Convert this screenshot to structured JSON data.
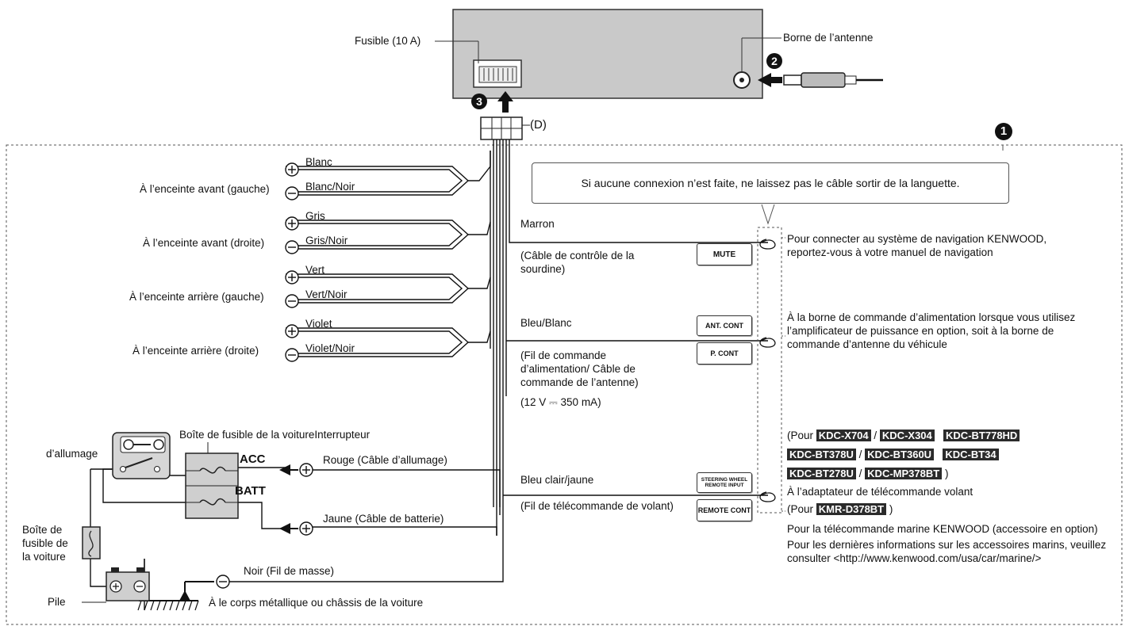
{
  "unit": {
    "fuse_label": "Fusible (10 A)",
    "antenna_label": "Borne de l’antenne",
    "connector_label": "(D)"
  },
  "steps": {
    "step1": "1",
    "step2": "2",
    "step3": "3"
  },
  "speakers": [
    {
      "dest": "À l’enceinte avant (gauche)",
      "plus": "Blanc",
      "minus": "Blanc/Noir"
    },
    {
      "dest": "À l’enceinte avant (droite)",
      "plus": "Gris",
      "minus": "Gris/Noir"
    },
    {
      "dest": "À l’enceinte arrière (gauche)",
      "plus": "Vert",
      "minus": "Vert/Noir"
    },
    {
      "dest": "À l’enceinte arrière (droite)",
      "plus": "Violet",
      "minus": "Violet/Noir"
    }
  ],
  "callout_text": "Si aucune connexion n’est faite, ne laissez pas le câble sortir de la languette.",
  "mute": {
    "color": "Marron",
    "desc": "(Câble de contrôle de la sourdine)",
    "box": "MUTE",
    "note": "Pour connecter au système de navigation KENWOOD, reportez-vous à votre manuel de navigation"
  },
  "pcont": {
    "color": "Bleu/Blanc",
    "desc": "(Fil de commande d’alimentation/ Câble de commande de l’antenne)",
    "spec": "(12 V ⎓ 350 mA)",
    "box1": "ANT. CONT",
    "box2": "P. CONT",
    "note": "À la borne de commande d’alimentation lorsque vous utilisez l’amplificateur de puissance en option, soit à la borne de commande d’antenne du véhicule"
  },
  "remote": {
    "color": "Bleu clair/jaune",
    "desc": "(Fil de télécommande de volant)",
    "box1": "STEERING WHEEL REMOTE INPUT",
    "box2": "REMOTE CONT",
    "pour1": "(Pour",
    "models": [
      "KDC-X704",
      "KDC-X304",
      "KDC-BT778HD",
      "KDC-BT378U",
      "KDC-BT360U",
      "KDC-BT34",
      "KDC-BT278U",
      "KDC-MP378BT"
    ],
    "close_paren": ")",
    "adapter_note": "À l’adaptateur de télécommande volant",
    "pour2": "(Pour",
    "marine_model": "KMR-D378BT",
    "marine_note1": "Pour la télécommande marine KENWOOD (accessoire en option)",
    "marine_note2": "Pour les dernières informations sur les accessoires marins, veuillez consulter <http://www.kenwood.com/usa/car/marine/>"
  },
  "power": {
    "fuse_box_label": "Boîte de fusible de la voitureInterrupteur",
    "ignition_label": "d’allumage",
    "acc": "ACC",
    "batt": "BATT",
    "ignition_wire": "Rouge (Câble d’allumage)",
    "battery_wire": "Jaune (Câble de batterie)",
    "car_fuse_label": "Boîte de fusible de la voiture",
    "ground_wire": "Noir (Fil de masse)",
    "ground_dest": "À le corps métallique ou châssis de la voiture",
    "battery_label": "Pile"
  }
}
